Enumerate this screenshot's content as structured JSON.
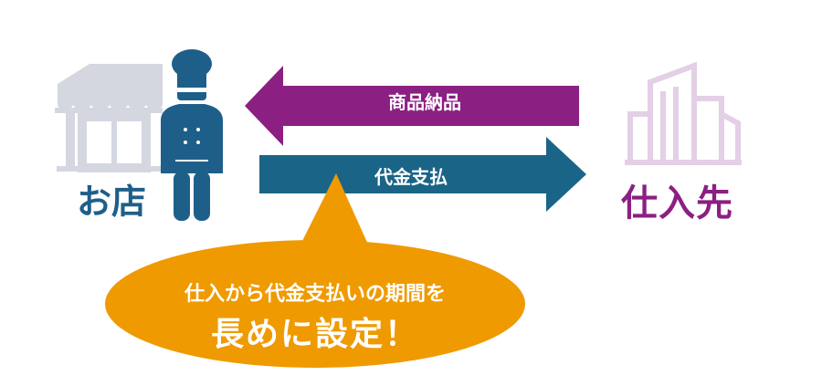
{
  "shop": {
    "label": "お店"
  },
  "supplier": {
    "label": "仕入先"
  },
  "arrows": {
    "delivery": {
      "label": "商品納品"
    },
    "payment": {
      "label": "代金支払"
    }
  },
  "callout": {
    "line1": "仕入から代金支払いの期間を",
    "line2": "長めに設定！"
  },
  "colors": {
    "shop_blue": "#1e5f8a",
    "supplier_purple": "#8b1f82",
    "delivery_arrow": "#8b1f82",
    "payment_arrow": "#1a6488",
    "callout_orange": "#ef9a00",
    "storefront_gray": "#d4d7e0",
    "building_outline": "#e3cfe6"
  }
}
